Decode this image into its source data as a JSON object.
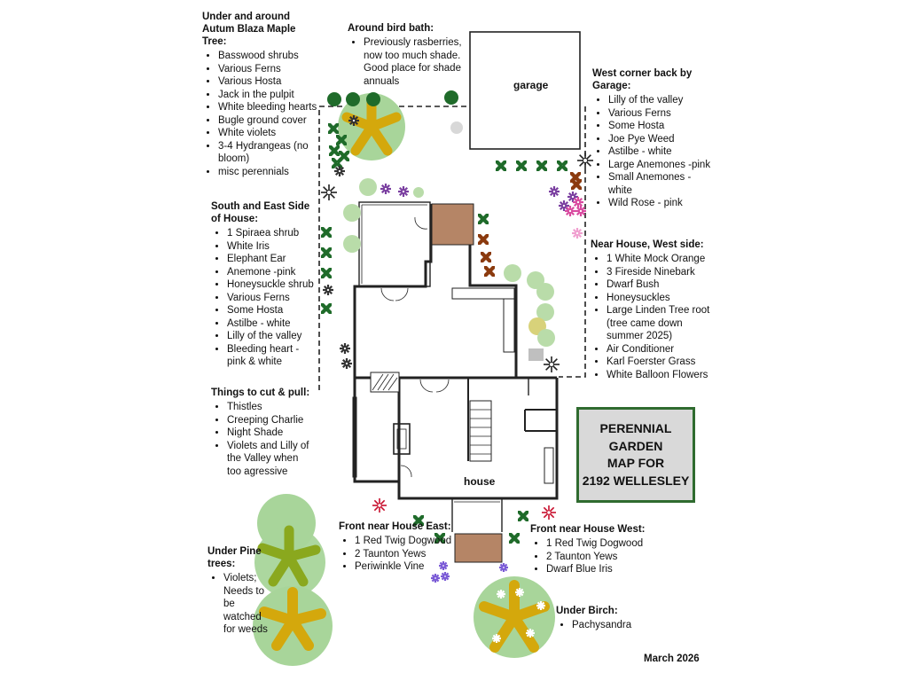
{
  "title_lines": [
    "PERENNIAL",
    "GARDEN",
    "MAP FOR",
    "2192 WELLESLEY"
  ],
  "labels": {
    "garage": "garage",
    "house": "house"
  },
  "date": "March 2026",
  "sections": [
    {
      "id": "maple",
      "title": "Under and around Autum Blaza Maple Tree:",
      "items": [
        "Basswood shrubs",
        "Various Ferns",
        "Various Hosta",
        "Jack in the pulpit",
        "White bleeding hearts",
        "Bugle ground cover",
        "White violets",
        "3-4 Hydrangeas (no bloom)",
        "misc perennials"
      ]
    },
    {
      "id": "birdbath",
      "title": "Around bird bath:",
      "items": [
        "Previously rasberries, now too much shade. Good place for shade annuals"
      ]
    },
    {
      "id": "west-corner",
      "title": "West corner back by Garage:",
      "items": [
        "Lilly of the valley",
        "Various Ferns",
        "Some Hosta",
        "Joe Pye Weed",
        "Astilbe - white",
        "Large Anemones -pink",
        "Small Anemones - white",
        "Wild Rose - pink"
      ]
    },
    {
      "id": "south-east",
      "title": "South and East Side of House:",
      "items": [
        "1 Spiraea shrub",
        "White Iris",
        "Elephant Ear",
        "Anemone -pink",
        "Honeysuckle shrub",
        "Various Ferns",
        "Some Hosta",
        "Astilbe - white",
        "Lilly of the valley",
        "Bleeding heart - pink & white"
      ]
    },
    {
      "id": "near-west",
      "title": "Near House, West side:",
      "items": [
        "1 White Mock Orange",
        "3 Fireside Ninebark",
        "Dwarf Bush",
        "Honeysuckles",
        "Large Linden Tree root (tree came down summer 2025)",
        "Air Conditioner",
        "Karl Foerster Grass",
        "White Balloon Flowers"
      ]
    },
    {
      "id": "cut-pull",
      "title": "Things to cut & pull:",
      "items": [
        "Thistles",
        "Creeping Charlie",
        "Night Shade",
        "Violets and Lilly of the Valley when too agressive"
      ]
    },
    {
      "id": "front-east",
      "title": "Front near House East:",
      "items": [
        "1 Red Twig Dogwood",
        "2 Taunton Yews",
        "Periwinkle Vine"
      ]
    },
    {
      "id": "front-west",
      "title": "Front near House West:",
      "items": [
        "1 Red Twig Dogwood",
        "2 Taunton Yews",
        "Dwarf Blue Iris"
      ]
    },
    {
      "id": "pine",
      "title": "Under Pine trees:",
      "items": [
        "Violets; Needs to be watched for weeds"
      ]
    },
    {
      "id": "birch",
      "title": "Under Birch:",
      "items": [
        "Pachysandra"
      ]
    }
  ],
  "colors": {
    "tree_canopy": "#a8d59a",
    "tree_trunk": "#d4a80c",
    "pine_trunk": "#8aa81e",
    "shrub": "#b9dca9",
    "dark_green": "#1f6b2a",
    "brown": "#8b3a0e",
    "purple": "#7a3fa0",
    "pink": "#d94aa0",
    "red": "#c8102e",
    "violet": "#7b5bd6",
    "patio": "#b58566",
    "box_border": "#2f6b2f",
    "box_fill": "#d9d9d9"
  }
}
